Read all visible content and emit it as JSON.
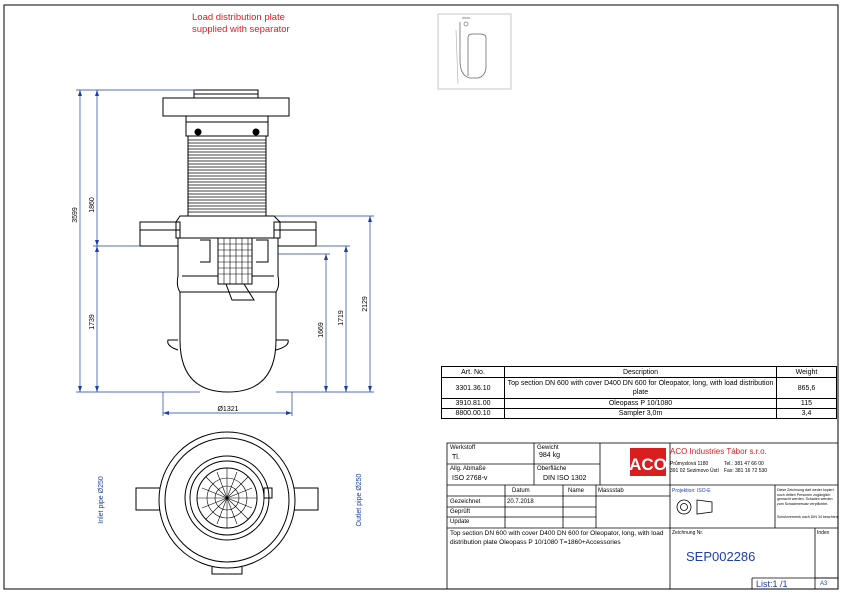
{
  "note": {
    "line1": "Load distribution plate",
    "line2": "supplied with separator"
  },
  "dimensions": {
    "total_height": "3599",
    "top_section": "1860",
    "lower_height": "1739",
    "level_1669": "1669",
    "level_1719": "1719",
    "level_2129": "2129",
    "diameter": "Ø1321",
    "inlet_pipe": "Inlet pipe Ø250",
    "outlet_pipe": "Outlet pipe Ø250"
  },
  "parts_table": {
    "headers": [
      "Art. No.",
      "Description",
      "Weight"
    ],
    "rows": [
      {
        "art": "3301.36.10",
        "desc": "Top section DN 600 with cover D400 DN 600 for Oleopator, long, with load distribution plate",
        "weight": "865,6"
      },
      {
        "art": "3910.81.00",
        "desc": "Oleopass P 10/1080",
        "weight": "115"
      },
      {
        "art": "8800.00.10",
        "desc": "Sampler 3,0m",
        "weight": "3,4"
      }
    ]
  },
  "title_block": {
    "werkstoff_label": "Werkstoff",
    "werkstoff_value": "Tl.",
    "gewicht_label": "Gewicht",
    "gewicht_value": "984 kg",
    "allg_label": "Allg. Abmaße",
    "allg_value": "ISO 2768-v",
    "oberflaeche_label": "Oberfläche",
    "oberflaeche_value": "DIN ISO 1302",
    "datum_label": "Datum",
    "name_label": "Name",
    "massstab_label": "Massstab",
    "projektion_label": "Projektion: ISO-E",
    "gezeichnet_label": "Gezeichnet",
    "gezeichnet_date": "20.7.2018",
    "geprueft_label": "Geprüft",
    "update_label": "Update",
    "company_name": "ACO Industries Tábor s.r.o.",
    "address1": "Průmyslová 1180",
    "address2": "391 02 Sezimovo Ústí",
    "phone": "Tel.: 381 47 66 00",
    "fax": "Fax: 381 16 72 530",
    "copyright_text": "Diese Zeichnung darf weder kopiert noch dritten Personen zugänglich gemacht werden. Schaden werden zum Schadenersatz verpflichtet.",
    "copyright_text2": "Schutzvermerk nach DIN 34 beachten",
    "title": "Top section DN 600 with cover D400 DN 600 for Oleopator, long, with load distribution plate Oleopass P 10/1080 T=1860+Accessories",
    "zeichnung_label": "Zeichnung Nr.",
    "drawing_number": "SEP002286",
    "index_label": "Index",
    "sheet": "List:1 /1",
    "format": "A3",
    "logo": "ACO"
  },
  "colors": {
    "dimension": "#1f3ea8",
    "note": "#d81e1e",
    "logo": "#d81e1e",
    "outline": "#000000"
  }
}
